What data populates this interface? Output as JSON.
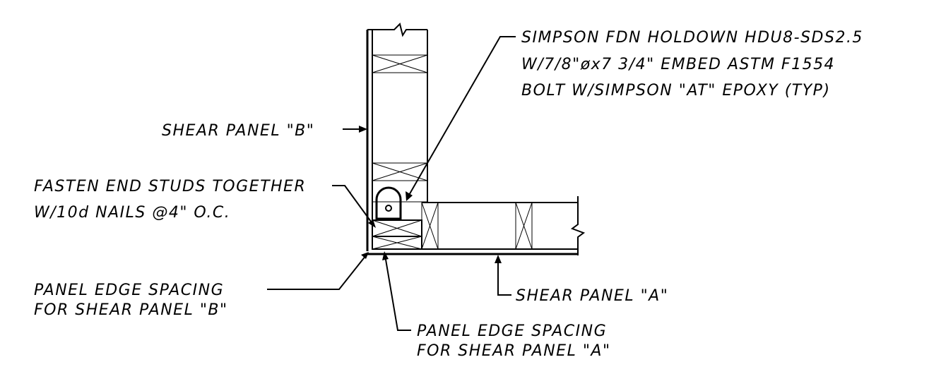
{
  "notes": {
    "holdown": {
      "line1": "SIMPSON FDN HOLDOWN HDU8-SDS2.5",
      "line2": "W/7/8\"øx7 3/4\" EMBED ASTM F1554",
      "line3": "BOLT W/SIMPSON \"AT\" EPOXY (TYP)"
    },
    "shear_panel_b": "SHEAR PANEL \"B\"",
    "fasten": {
      "line1": "FASTEN END STUDS TOGETHER",
      "line2": "W/10d NAILS @4\" O.C."
    },
    "edge_spacing_b": {
      "line1": "PANEL EDGE SPACING",
      "line2": "FOR SHEAR PANEL \"B\""
    },
    "shear_panel_a": "SHEAR PANEL \"A\"",
    "edge_spacing_a": {
      "line1": "PANEL EDGE SPACING",
      "line2": "FOR SHEAR PANEL \"A\""
    }
  }
}
